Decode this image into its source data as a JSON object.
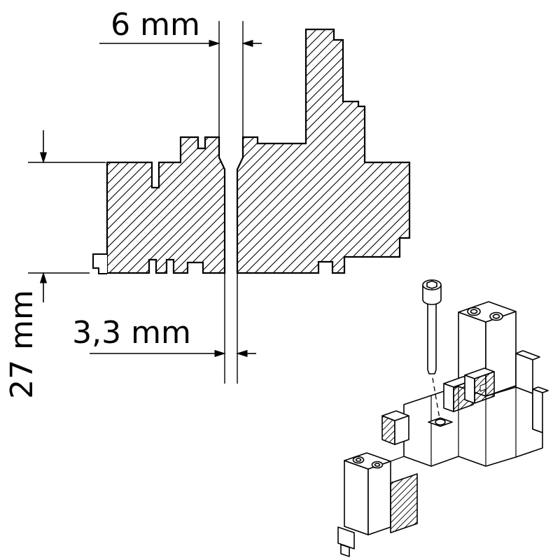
{
  "drawing": {
    "dimension_labels": {
      "slot_top_width": "6 mm",
      "slot_inner_width": "3,3 mm",
      "left_body_height": "27 mm"
    },
    "colors": {
      "ink": "#000000",
      "paper": "#ffffff"
    }
  }
}
